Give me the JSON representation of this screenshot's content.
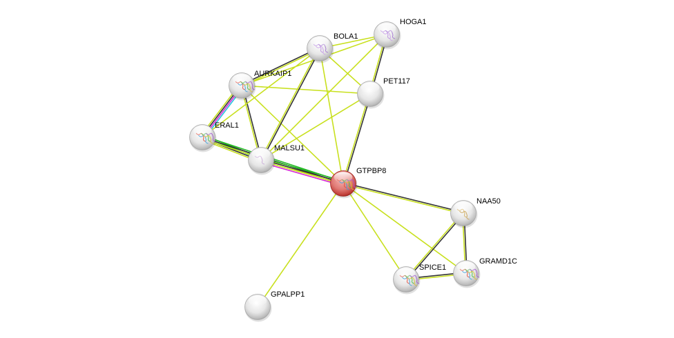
{
  "title": "Protein interaction network",
  "query_node": "GTPBP8",
  "colors": {
    "textmining": "#c8e01e",
    "coexpression": "#333333",
    "database": "#27c2dd",
    "experiments": "#d626d6",
    "neighborhood": "#25b925",
    "query_node": "#d9534f",
    "node": "#d9d9d9"
  },
  "nodes": [
    {
      "id": "BOLA1",
      "label": "BOLA1",
      "query": false,
      "structure": "purple"
    },
    {
      "id": "HOGA1",
      "label": "HOGA1",
      "query": false,
      "structure": "purple"
    },
    {
      "id": "AURKAIP1",
      "label": "AURKAIP1",
      "query": false,
      "structure": "multicolor"
    },
    {
      "id": "PET117",
      "label": "PET117",
      "query": false,
      "structure": "none"
    },
    {
      "id": "ERAL1",
      "label": "ERAL1",
      "query": false,
      "structure": "multicolor"
    },
    {
      "id": "MALSU1",
      "label": "MALSU1",
      "query": false,
      "structure": "faint"
    },
    {
      "id": "GTPBP8",
      "label": "GTPBP8",
      "query": true,
      "structure": "multicolor"
    },
    {
      "id": "NAA50",
      "label": "NAA50",
      "query": false,
      "structure": "tan"
    },
    {
      "id": "SPICE1",
      "label": "SPICE1",
      "query": false,
      "structure": "multicolor"
    },
    {
      "id": "GRAMD1C",
      "label": "GRAMD1C",
      "query": false,
      "structure": "multicolor"
    },
    {
      "id": "GPALPP1",
      "label": "GPALPP1",
      "query": false,
      "structure": "none"
    }
  ],
  "edges": [
    {
      "source": "AURKAIP1",
      "target": "ERAL1",
      "evidence": [
        "database",
        "experiments",
        "coexpression",
        "textmining"
      ]
    },
    {
      "source": "ERAL1",
      "target": "MALSU1",
      "evidence": [
        "neighborhood",
        "neighborhood",
        "coexpression",
        "textmining"
      ]
    },
    {
      "source": "ERAL1",
      "target": "GTPBP8",
      "evidence": [
        "neighborhood",
        "coexpression",
        "textmining"
      ]
    },
    {
      "source": "MALSU1",
      "target": "GTPBP8",
      "evidence": [
        "neighborhood",
        "coexpression",
        "textmining",
        "experiments"
      ]
    },
    {
      "source": "AURKAIP1",
      "target": "MALSU1",
      "evidence": [
        "coexpression",
        "textmining"
      ]
    },
    {
      "source": "AURKAIP1",
      "target": "BOLA1",
      "evidence": [
        "coexpression",
        "textmining"
      ]
    },
    {
      "source": "AURKAIP1",
      "target": "HOGA1",
      "evidence": [
        "textmining"
      ]
    },
    {
      "source": "AURKAIP1",
      "target": "PET117",
      "evidence": [
        "textmining"
      ]
    },
    {
      "source": "AURKAIP1",
      "target": "GTPBP8",
      "evidence": [
        "textmining"
      ]
    },
    {
      "source": "BOLA1",
      "target": "HOGA1",
      "evidence": [
        "textmining"
      ]
    },
    {
      "source": "BOLA1",
      "target": "MALSU1",
      "evidence": [
        "coexpression",
        "textmining"
      ]
    },
    {
      "source": "BOLA1",
      "target": "PET117",
      "evidence": [
        "textmining"
      ]
    },
    {
      "source": "BOLA1",
      "target": "GTPBP8",
      "evidence": [
        "textmining"
      ]
    },
    {
      "source": "BOLA1",
      "target": "ERAL1",
      "evidence": [
        "textmining"
      ]
    },
    {
      "source": "HOGA1",
      "target": "PET117",
      "evidence": [
        "coexpression",
        "textmining"
      ]
    },
    {
      "source": "HOGA1",
      "target": "MALSU1",
      "evidence": [
        "textmining"
      ]
    },
    {
      "source": "PET117",
      "target": "GTPBP8",
      "evidence": [
        "coexpression",
        "textmining"
      ]
    },
    {
      "source": "PET117",
      "target": "MALSU1",
      "evidence": [
        "textmining"
      ]
    },
    {
      "source": "GTPBP8",
      "target": "NAA50",
      "evidence": [
        "coexpression",
        "textmining"
      ]
    },
    {
      "source": "GTPBP8",
      "target": "SPICE1",
      "evidence": [
        "textmining"
      ]
    },
    {
      "source": "GTPBP8",
      "target": "GRAMD1C",
      "evidence": [
        "textmining"
      ]
    },
    {
      "source": "GTPBP8",
      "target": "GPALPP1",
      "evidence": [
        "textmining"
      ]
    },
    {
      "source": "NAA50",
      "target": "SPICE1",
      "evidence": [
        "coexpression",
        "textmining"
      ]
    },
    {
      "source": "NAA50",
      "target": "GRAMD1C",
      "evidence": [
        "coexpression",
        "textmining"
      ]
    },
    {
      "source": "SPICE1",
      "target": "GRAMD1C",
      "evidence": [
        "coexpression",
        "textmining"
      ]
    }
  ]
}
